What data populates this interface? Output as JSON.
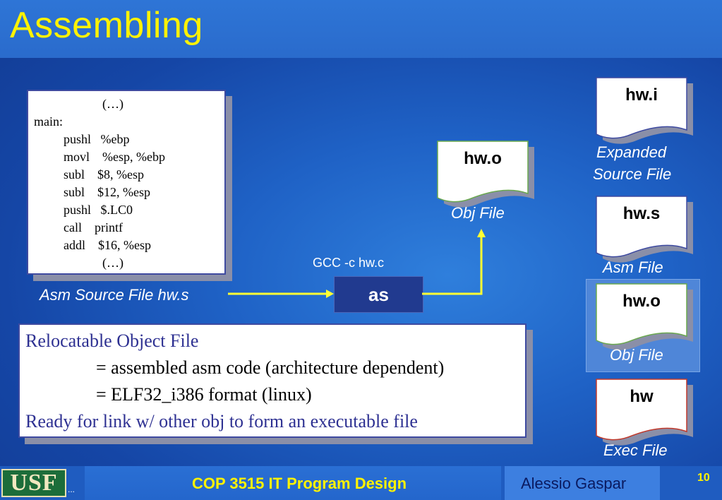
{
  "slide": {
    "title": "Assembling"
  },
  "code": {
    "lines": [
      "(…)",
      "main:",
      "pushl   %ebp",
      "movl    %esp, %ebp",
      "subl    $8, %esp",
      "subl    $12, %esp",
      "pushl   $.LC0",
      "call    printf",
      "addl    $16, %esp",
      "(…)"
    ]
  },
  "labels": {
    "asm_source": "Asm Source File  hw.s",
    "command": "GCC -c hw.c",
    "assembler": "as",
    "center_obj_name": "hw.o",
    "center_obj_caption": "Obj File"
  },
  "sidebar": {
    "files": [
      {
        "name": "hw.i",
        "caption_line1": "Expanded",
        "caption_line2": "Source File"
      },
      {
        "name": "hw.s",
        "caption_line1": "Asm File"
      },
      {
        "name": "hw.o",
        "caption_line1": "Obj File"
      },
      {
        "name": "hw",
        "caption_line1": "Exec File"
      }
    ]
  },
  "description": {
    "line1": "Relocatable Object File",
    "line2": "= assembled asm code (architecture dependent)",
    "line3": "=  ELF32_i386 format (linux)",
    "line4": "Ready for link w/ other obj to form an executable file"
  },
  "footer": {
    "logo": "USF",
    "ellipsis": "...",
    "course": "COP 3515 IT Program Design",
    "author": "Alessio Gaspar",
    "page": "10"
  },
  "colors": {
    "title": "#fff200",
    "arrow": "#ffff33",
    "description_blue": "#2e3192",
    "description_black": "#000000"
  }
}
